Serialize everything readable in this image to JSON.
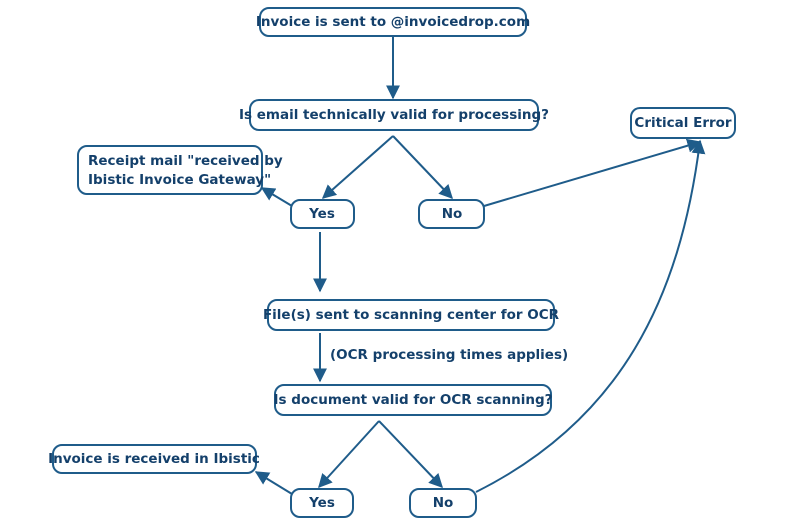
{
  "nodes": {
    "start": "Invoice is sent to @invoicedrop.com",
    "email_valid": "Is email technically valid for processing?",
    "receipt_line1": "Receipt mail \"received by",
    "receipt_line2": "Ibistic Invoice Gateway\"",
    "yes_1": "Yes",
    "no_1": "No",
    "critical_error": "Critical Error",
    "scanning_center": "File(s) sent to scanning center for OCR",
    "ocr_note": "(OCR processing times applies)",
    "doc_valid": "Is document valid for OCR scanning?",
    "received": "Invoice is received in Ibistic",
    "yes_2": "Yes",
    "no_2": "No"
  },
  "colors": {
    "stroke": "#1f5c8a",
    "text": "#14406b",
    "fill": "#ffffff"
  }
}
